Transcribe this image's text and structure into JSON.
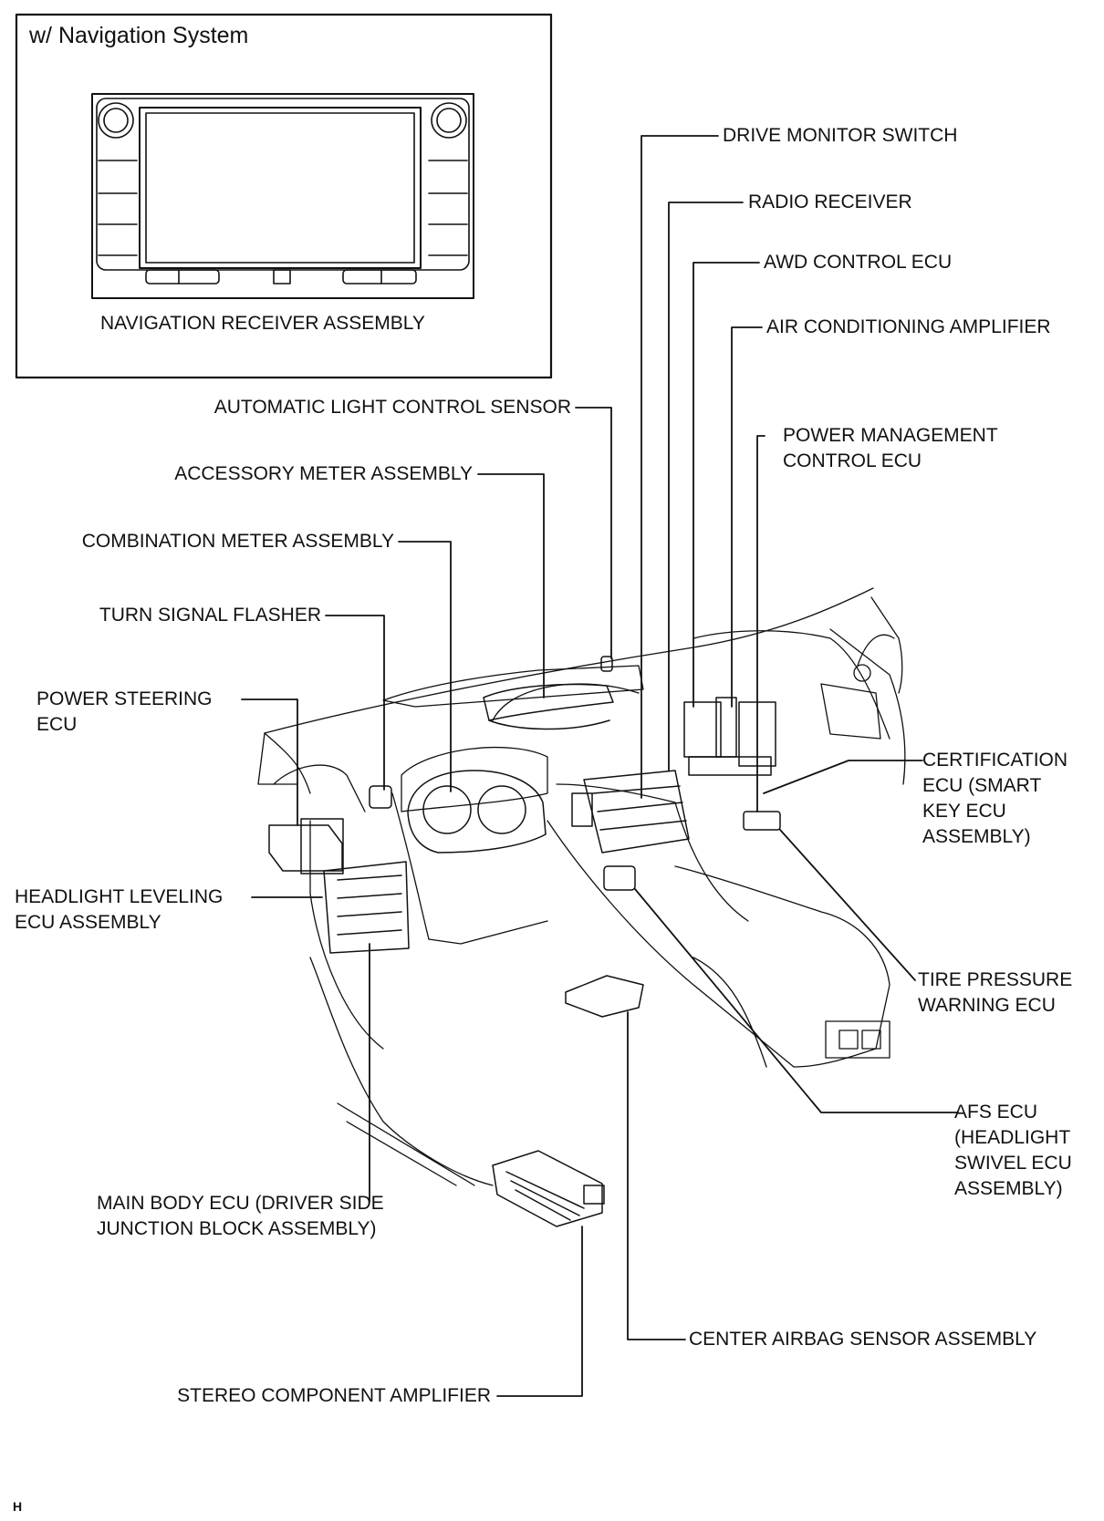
{
  "inset": {
    "title": "w/ Navigation System",
    "caption": "NAVIGATION RECEIVER ASSEMBLY"
  },
  "labels": {
    "drive_monitor_switch": "DRIVE MONITOR SWITCH",
    "radio_receiver": "RADIO RECEIVER",
    "awd_control_ecu": "AWD CONTROL ECU",
    "air_conditioning_amplifier": "AIR CONDITIONING AMPLIFIER",
    "power_management_1": "POWER MANAGEMENT",
    "power_management_2": "CONTROL ECU",
    "automatic_light_control_sensor": "AUTOMATIC LIGHT CONTROL SENSOR",
    "accessory_meter_assembly": "ACCESSORY METER ASSEMBLY",
    "combination_meter_assembly": "COMBINATION METER ASSEMBLY",
    "turn_signal_flasher": "TURN SIGNAL FLASHER",
    "power_steering_1": "POWER STEERING",
    "power_steering_2": "ECU",
    "certification_1": "CERTIFICATION",
    "certification_2": "ECU (SMART",
    "certification_3": "KEY ECU",
    "certification_4": "ASSEMBLY)",
    "headlight_leveling_1": "HEADLIGHT LEVELING",
    "headlight_leveling_2": "ECU ASSEMBLY",
    "tire_pressure_1": "TIRE PRESSURE",
    "tire_pressure_2": "WARNING ECU",
    "afs_1": "AFS ECU",
    "afs_2": "(HEADLIGHT",
    "afs_3": "SWIVEL ECU",
    "afs_4": "ASSEMBLY)",
    "main_body_1": "MAIN BODY ECU (DRIVER SIDE",
    "main_body_2": "JUNCTION BLOCK ASSEMBLY)",
    "center_airbag": "CENTER AIRBAG SENSOR ASSEMBLY",
    "stereo_amplifier": "STEREO COMPONENT AMPLIFIER"
  },
  "footer_mark": "H"
}
